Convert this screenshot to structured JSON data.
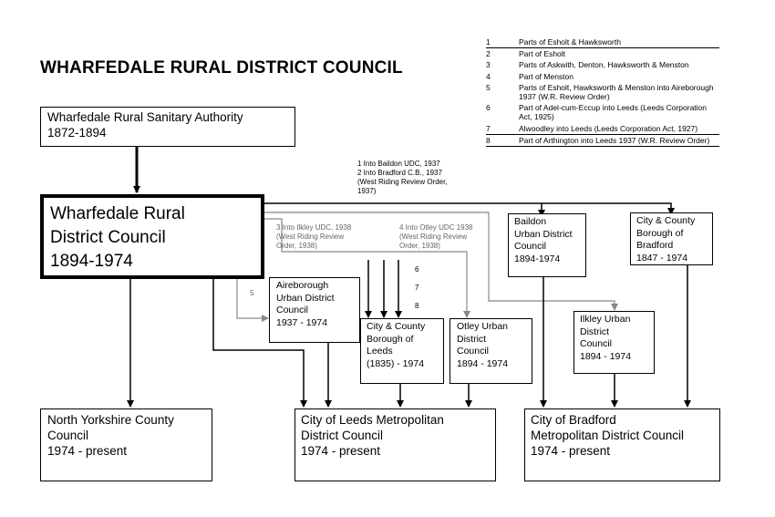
{
  "title": "WHARFEDALE RURAL DISTRICT COUNCIL",
  "boxes": {
    "sanitary": "Wharfedale Rural Sanitary Authority\n1872-1894",
    "rdc": "Wharfedale Rural\nDistrict Council\n1894-1974",
    "baildon": "Baildon\nUrban District\nCouncil\n1894-1974",
    "bradford_cb": "City & County\nBorough of\nBradford\n1847 - 1974",
    "aireborough": "Aireborough\nUrban District\nCouncil\n1937 - 1974",
    "leeds_cb": "City & County\nBorough of\nLeeds\n(1835) - 1974",
    "otley": "Otley Urban\nDistrict\nCouncil\n1894 - 1974",
    "ilkley": "Ilkley Urban\nDistrict\nCouncil\n1894 - 1974",
    "north_yorkshire": "North Yorkshire County\nCouncil\n1974 - present",
    "leeds_met": "City of Leeds Metropolitan\nDistrict Council\n1974 - present",
    "bradford_met": "City of Bradford\nMetropolitan District Council\n1974 - present"
  },
  "notes": {
    "baildon_bradford": "1 Into Baildon UDC, 1937\n2 Into Bradford C.B., 1937\n(West Riding Review Order,\n1937)",
    "ilkley": "3 Into Ilkley UDC, 1938\n(West Riding Review\nOrder, 1938)",
    "otley": "4 Into Otley UDC 1938\n(West Riding Review\nOrder, 1938)"
  },
  "markers": {
    "m5": "5",
    "m6": "6",
    "m7": "7",
    "m8": "8"
  },
  "legend": [
    {
      "n": "1",
      "t": "Parts of Esholt & Hawksworth"
    },
    {
      "n": "2",
      "t": "Part of Esholt"
    },
    {
      "n": "3",
      "t": "Parts of Askwith, Denton, Hawksworth & Menston"
    },
    {
      "n": "4",
      "t": "Part of Menston"
    },
    {
      "n": "5",
      "t": "Parts of Esholt, Hawksworth & Menston into Aireborough 1937 (W.R. Review Order)"
    },
    {
      "n": "6",
      "t": "Part of Adel-cum-Eccup into Leeds (Leeds Corporation Act, 1925)"
    },
    {
      "n": "7",
      "t": "Alwoodley into Leeds (Leeds Corporation Act, 1927)"
    },
    {
      "n": "8",
      "t": "Part of Arthington into Leeds 1937 (W.R. Review Order)"
    }
  ],
  "colors": {
    "line": "#000000",
    "grey_line": "#888888",
    "background": "#ffffff"
  }
}
